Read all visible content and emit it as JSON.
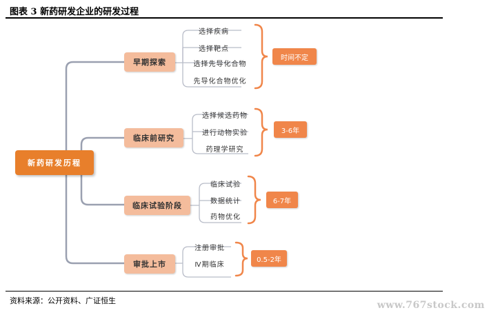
{
  "figure": {
    "title": "图表 3  新药研发企业的研发过程",
    "source": "资料来源：公开资料、广证恒生",
    "watermark": "www.767stock.com"
  },
  "diagram": {
    "root": "新药研发历程",
    "stages": [
      {
        "label": "早期探索",
        "duration": "时间不定",
        "steps": [
          "选择疾病",
          "选择靶点",
          "选择先导化合物",
          "先导化合物优化"
        ]
      },
      {
        "label": "临床前研究",
        "duration": "3-6年",
        "steps": [
          "选择候选药物",
          "进行动物实验",
          "药理学研究"
        ]
      },
      {
        "label": "临床试验阶段",
        "duration": "6-7年",
        "steps": [
          "临床试验",
          "数据统计",
          "药物优化"
        ]
      },
      {
        "label": "审批上市",
        "duration": "0.5-2年",
        "steps": [
          "注册审批",
          "Ⅳ期临床"
        ]
      }
    ]
  },
  "colors": {
    "root_fill": "#e87f2b",
    "stage_fill": "#f4bc9c",
    "duration_fill": "#f0864a",
    "bracket_stroke": "#f0864a",
    "connector_stroke": "#9aa0b0"
  }
}
